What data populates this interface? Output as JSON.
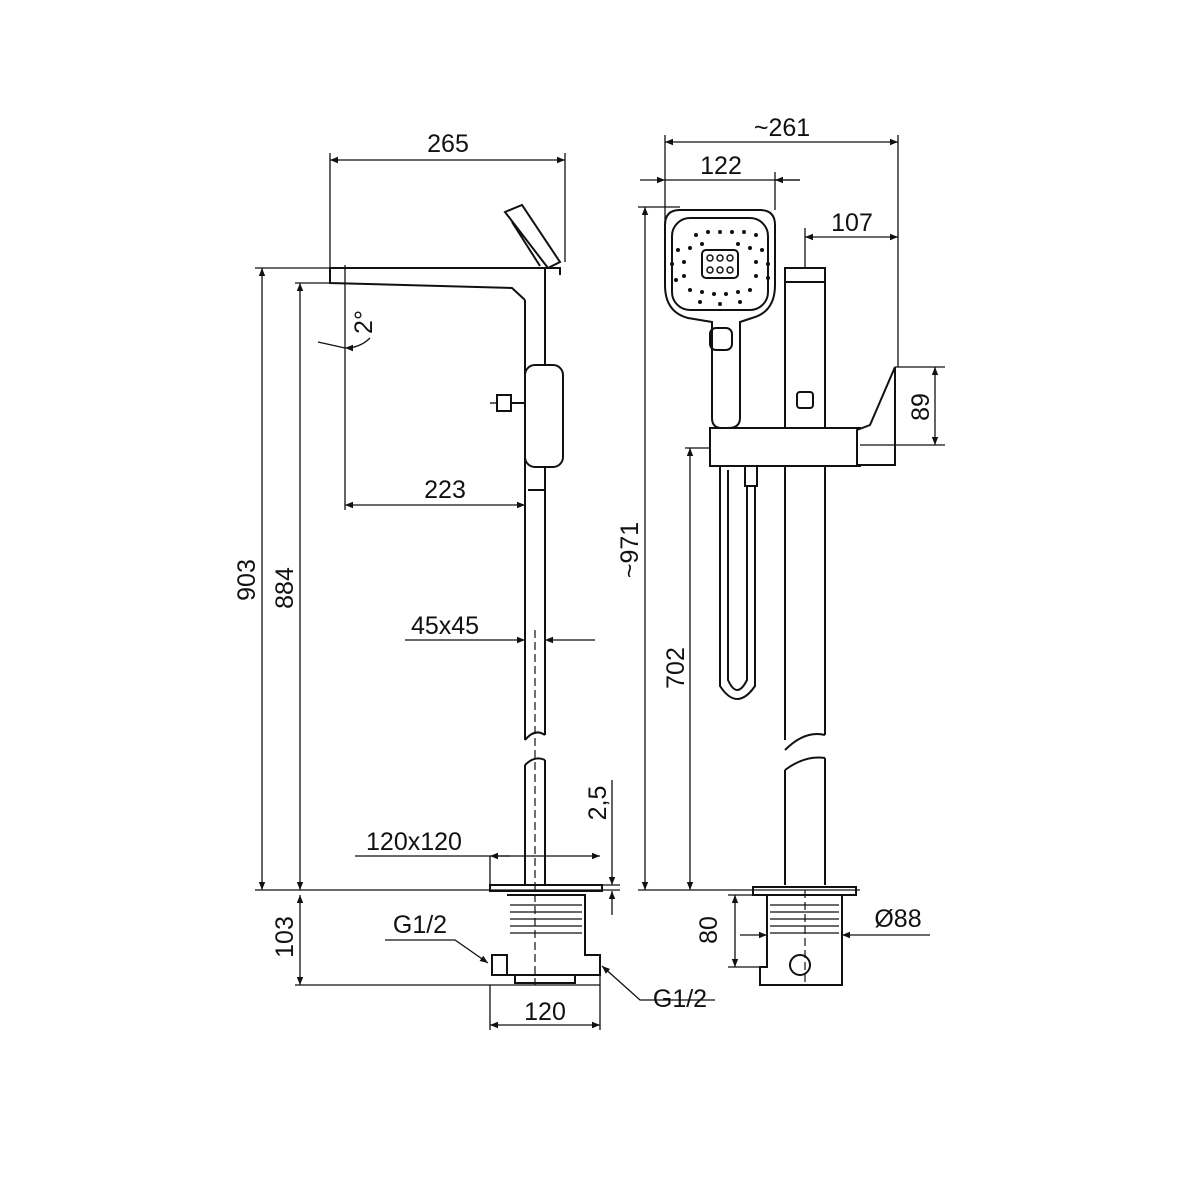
{
  "side_view": {
    "spout_length": "265",
    "spout_reach": "223",
    "total_height": "903",
    "spout_height": "884",
    "spout_angle": "2°",
    "column_section": "45x45",
    "plate_thickness": "2,5",
    "plate_size": "120x120",
    "box_depth": "103",
    "inlet_left": "G1/2",
    "inlet_right": "G1/2",
    "box_width": "120"
  },
  "front_view": {
    "overall_width": "~261",
    "handshower_offset": "122",
    "spout_offset": "107",
    "lever_height": "89",
    "handshower_height": "~971",
    "body_height": "702",
    "box_depth": "80",
    "box_diameter": "Ø88"
  },
  "colors": {
    "line": "#111111",
    "background": "#ffffff"
  }
}
